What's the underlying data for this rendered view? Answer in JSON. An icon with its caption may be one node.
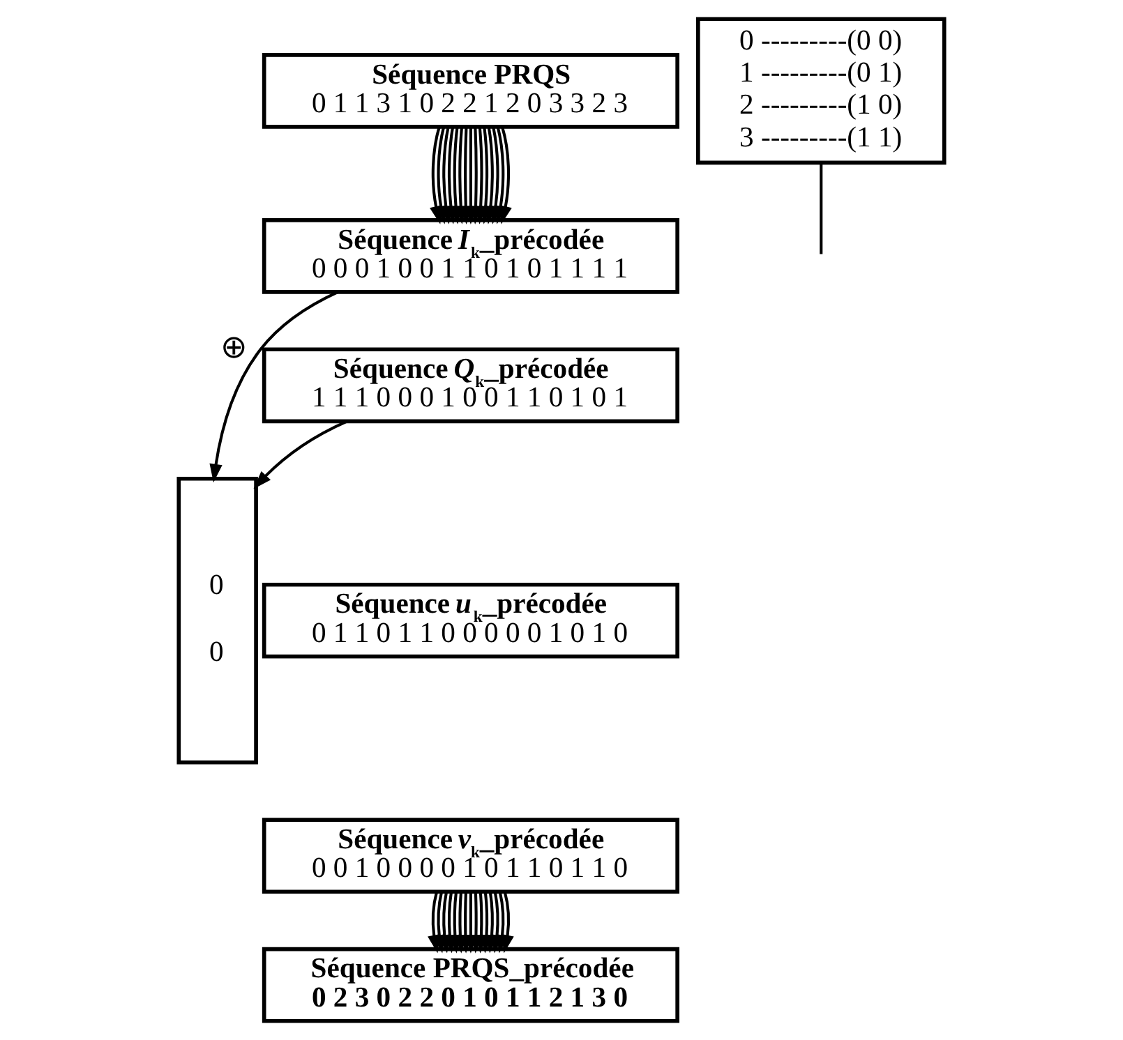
{
  "diagram": {
    "nodes": [
      {
        "text": [
          "Séquence PRQS",
          "0 1 1 3 1 0 2 2 1 2 0 3 3 2 3"
        ]
      },
      {
        "text": [
          "Séquence *I*$_{k}$_précodée",
          "0 0 0 1 0 0 1 1 0 1 0 1 1 1 1"
        ]
      },
      {
        "text": [
          "Séquence *Q*$_{k}$_précodée",
          "1 1 1 0 0 0 1 0 0 1 1 0 1 0 1"
        ]
      },
      {
        "text": [
          "0 ---------(0 0)",
          "1 ---------(0 1)",
          "2 ---------(1 0)",
          "3 ---------(1 1)"
        ]
      },
      {
        "text": [
          "0",
          "0"
        ]
      },
      {
        "text": [
          "Séquence *u*$_{k}$_précodée",
          "0 1 1 0 1 1 0 0 0 0 0 1 0 1 0"
        ]
      },
      {
        "text": [
          "Séquence *v*$_{k}$_précodée",
          "0 0 1 0 0 0 0 1 0 1 1 0 1 1 0"
        ]
      },
      {
        "text": [
          "Séquence PRQS_précodée",
          "0 2 3 0 2 2 0 1 0 1 1 2 1 3 0"
        ]
      }
    ],
    "edges": [
      {
        "from": 0,
        "to": 1,
        "arrow": "to"
      },
      {
        "from": 0,
        "to": 1,
        "arrow": "to"
      },
      {
        "from": 0,
        "to": 1,
        "arrow": "to"
      },
      {
        "from": 0,
        "to": 1,
        "arrow": "to"
      },
      {
        "from": 0,
        "to": 1,
        "arrow": "to"
      },
      {
        "from": 0,
        "to": 1,
        "arrow": "to"
      },
      {
        "from": 0,
        "to": 1,
        "arrow": "to"
      },
      {
        "from": 0,
        "to": 1,
        "arrow": "to"
      },
      {
        "from": 0,
        "to": 1,
        "arrow": "to"
      },
      {
        "from": 0,
        "to": 1,
        "arrow": "to"
      },
      {
        "from": 0,
        "to": 1,
        "arrow": "to"
      },
      {
        "from": 0,
        "to": 1,
        "arrow": "to"
      },
      {
        "from": 0,
        "to": 1,
        "arrow": "to"
      },
      {
        "from": 0,
        "to": 1,
        "arrow": "to"
      },
      {
        "from": 0,
        "to": 1,
        "arrow": "to"
      },
      {
        "from": 3,
        "to": null,
        "arrow": "none"
      },
      {
        "from": 1,
        "to": 4,
        "arrow": "to",
        "label": "⊕"
      },
      {
        "from": 2,
        "to": 4,
        "arrow": "to"
      },
      {
        "from": 6,
        "to": 7,
        "arrow": "to"
      },
      {
        "from": 6,
        "to": 7,
        "arrow": "to"
      },
      {
        "from": 6,
        "to": 7,
        "arrow": "to"
      },
      {
        "from": 6,
        "to": 7,
        "arrow": "to"
      },
      {
        "from": 6,
        "to": 7,
        "arrow": "to"
      },
      {
        "from": 6,
        "to": 7,
        "arrow": "to"
      },
      {
        "from": 6,
        "to": 7,
        "arrow": "to"
      },
      {
        "from": 6,
        "to": 7,
        "arrow": "to"
      },
      {
        "from": 6,
        "to": 7,
        "arrow": "to"
      },
      {
        "from": 6,
        "to": 7,
        "arrow": "to"
      },
      {
        "from": 6,
        "to": 7,
        "arrow": "to"
      },
      {
        "from": 6,
        "to": 7,
        "arrow": "to"
      },
      {
        "from": 6,
        "to": 7,
        "arrow": "to"
      },
      {
        "from": 6,
        "to": 7,
        "arrow": "to"
      },
      {
        "from": 6,
        "to": 7,
        "arrow": "to"
      }
    ]
  }
}
